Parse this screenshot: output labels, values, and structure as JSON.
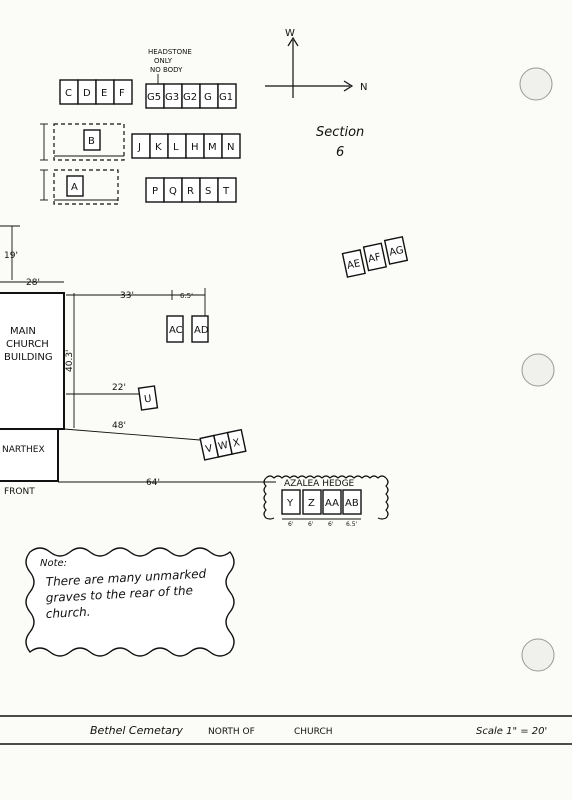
{
  "map": {
    "compass": {
      "west": "W",
      "north": "N"
    },
    "section_label": "Section",
    "section_number": "6",
    "headstone_note": [
      "HEADSTONE",
      "ONLY",
      "NO BODY"
    ],
    "row_cdef": [
      "C",
      "D",
      "E",
      "F"
    ],
    "row_g": [
      "G5",
      "G3",
      "G2",
      "G",
      "G1"
    ],
    "block_b": "B",
    "row_jkl": [
      "J",
      "K",
      "L",
      "H",
      "M",
      "N"
    ],
    "block_a": "A",
    "row_pqr": [
      "P",
      "Q",
      "R",
      "S",
      "T"
    ],
    "row_ae": [
      "AE",
      "AF",
      "AG"
    ],
    "row_ac": [
      "AC",
      "AD"
    ],
    "plot_u": "U",
    "row_vwx": [
      "V",
      "W",
      "X"
    ],
    "hedge_label": "AZALEA HEDGE",
    "row_yz": [
      "Y",
      "Z",
      "AA",
      "AB"
    ],
    "hedge_spacings": [
      "6'",
      "6'",
      "6'",
      "6.5'"
    ],
    "building": {
      "line1": "MAIN",
      "line2": "CHURCH",
      "line3": "BUILDING",
      "narthex": "NARTHEX",
      "front": "FRONT"
    },
    "dims": {
      "d19": "19'",
      "d28": "28'",
      "d33": "33'",
      "d65": "6.5'",
      "d403": "40.3'",
      "d22": "22'",
      "d48": "48'",
      "d64": "64'"
    },
    "note": {
      "title": "Note:",
      "lines": [
        "There are many unmarked",
        "graves to the rear of the",
        "church."
      ]
    },
    "footer": {
      "title": "Bethel Cemetary",
      "direction": "NORTH  OF",
      "place": "CHURCH",
      "scale": "Scale  1\" = 20'"
    }
  }
}
